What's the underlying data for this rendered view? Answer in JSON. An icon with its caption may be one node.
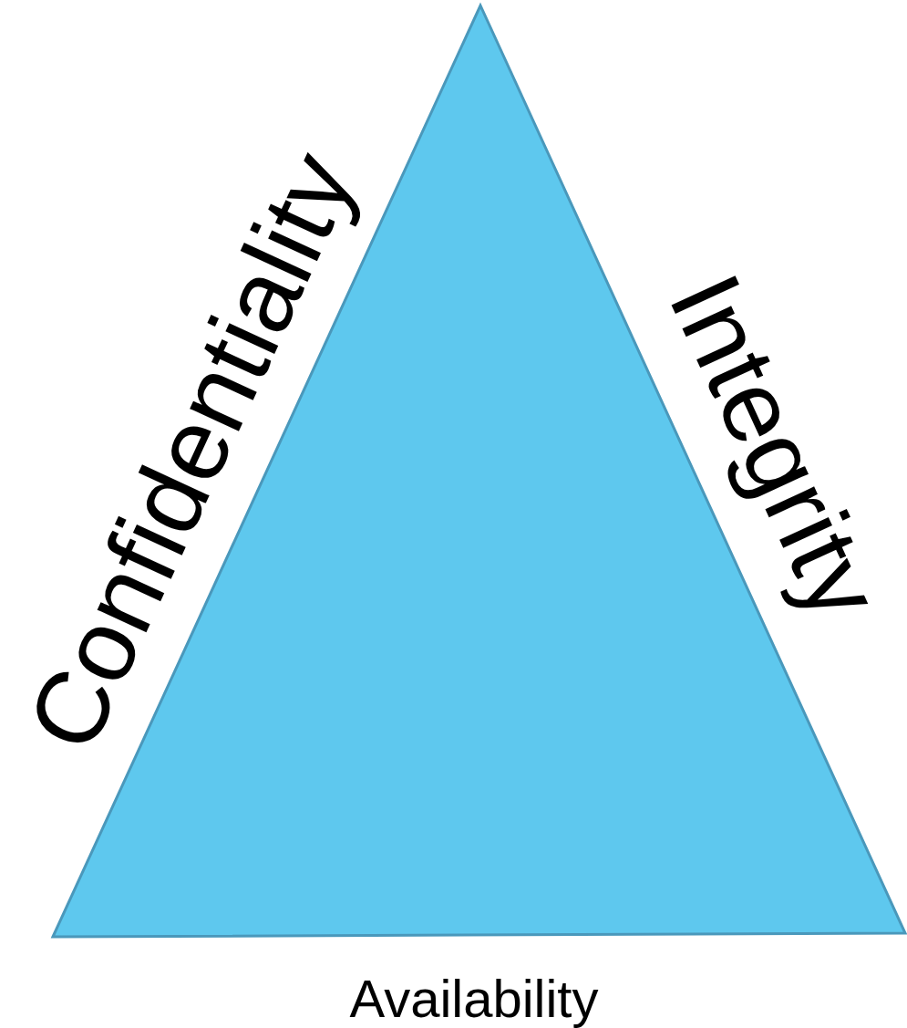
{
  "diagram": {
    "labels": [
      "Confidentiality",
      "Integrity",
      "Availability"
    ]
  }
}
